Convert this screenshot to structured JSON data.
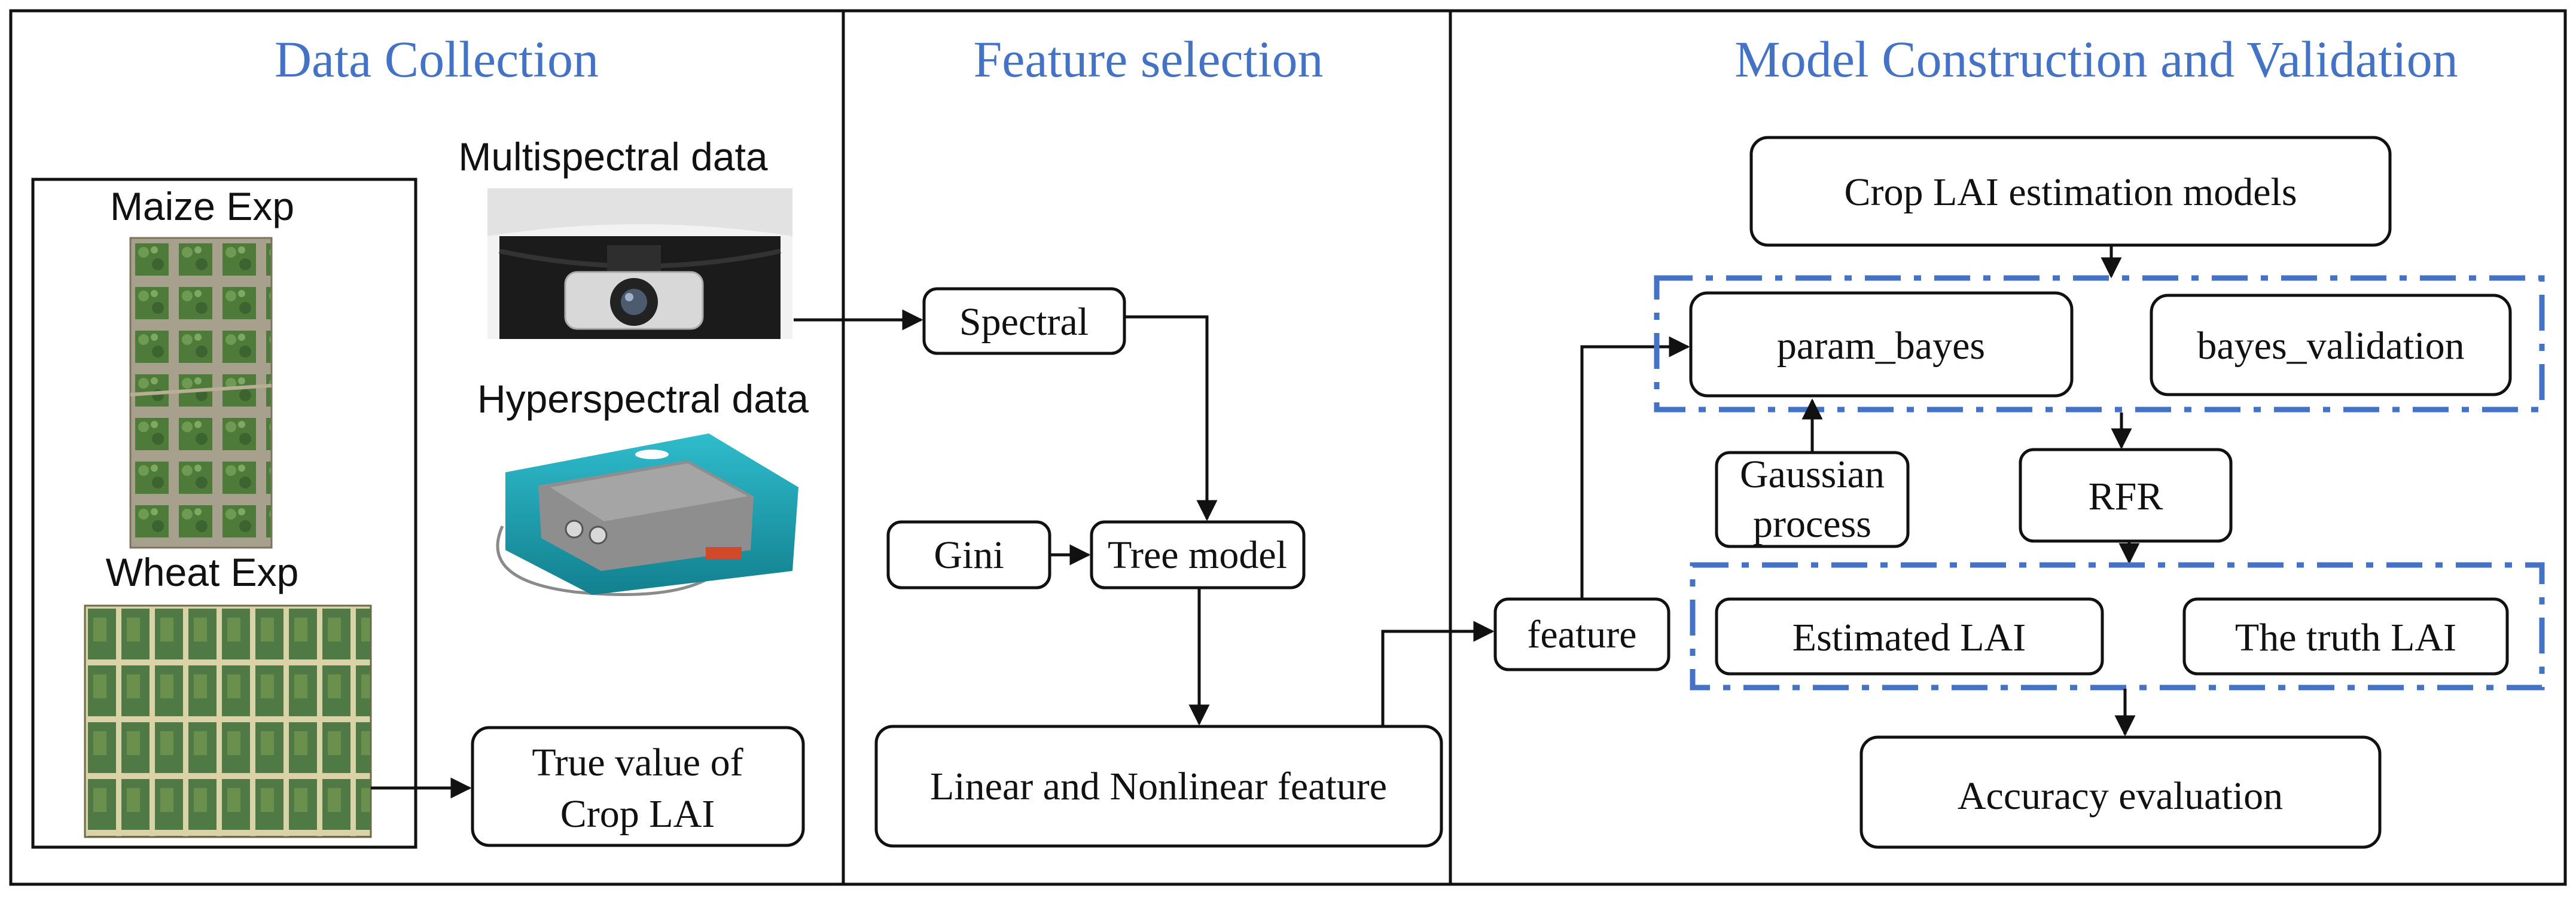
{
  "sections": {
    "data_collection": "Data Collection",
    "feature_selection": "Feature selection",
    "model_construction": "Model Construction and Validation"
  },
  "data_collection": {
    "maize": "Maize Exp",
    "wheat": "Wheat Exp",
    "multispectral": "Multispectral data",
    "hyperspectral": "Hyperspectral data",
    "true_value_line1": "True value of",
    "true_value_line2": "Crop LAI"
  },
  "feature_selection": {
    "spectral": "Spectral",
    "gini": "Gini",
    "tree_model": "Tree model",
    "linear_nonlinear": "Linear and Nonlinear feature"
  },
  "model": {
    "feature": "feature",
    "crop_lai_models": "Crop LAI estimation models",
    "param_bayes": "param_bayes",
    "bayes_validation": "bayes_validation",
    "gaussian_line1": "Gaussian",
    "gaussian_line2": "process",
    "rfr": "RFR",
    "estimated_lai": "Estimated LAI",
    "truth_lai": "The truth LAI",
    "accuracy": "Accuracy evaluation"
  },
  "colors": {
    "heading": "#4472c4",
    "dashed_group": "#4472c4",
    "drone_teal": "#1fa3b5"
  },
  "icons": [
    "drone-camera-icon",
    "hyperspectral-instrument-icon",
    "maize-field-photo",
    "wheat-field-photo"
  ]
}
